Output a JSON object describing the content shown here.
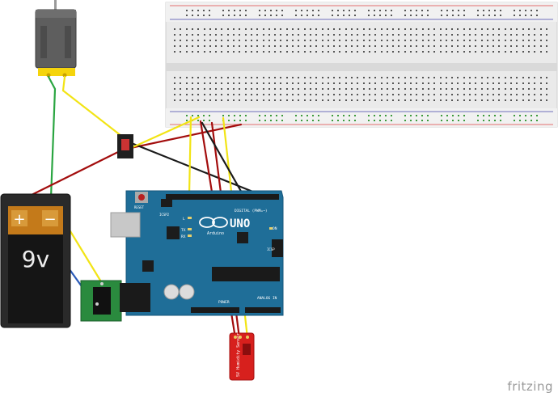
{
  "watermark": "fritzing",
  "battery": {
    "label": "9v",
    "plus": "+",
    "minus": "−"
  },
  "arduino": {
    "brand": "Arduino",
    "model": "UNO",
    "reset": "RESET",
    "icsp": "ICSP2",
    "icsp1": "ICSP",
    "led_l": "L",
    "led_tx": "TX",
    "led_rx": "RX",
    "on": "ON",
    "digital": "DIGITAL (PWM=~)",
    "analog": "ANALOG IN",
    "power": "POWER"
  },
  "sensor": {
    "label": "5V Humidity Sensor"
  },
  "colors": {
    "arduino": "#1f6e98",
    "breadboard": "#e8e8e8",
    "wire_red": "#a30d0d",
    "wire_yellow": "#f2e415",
    "wire_green": "#2aa541",
    "wire_black": "#1a1a1a",
    "wire_blue": "#2a5ab8"
  }
}
